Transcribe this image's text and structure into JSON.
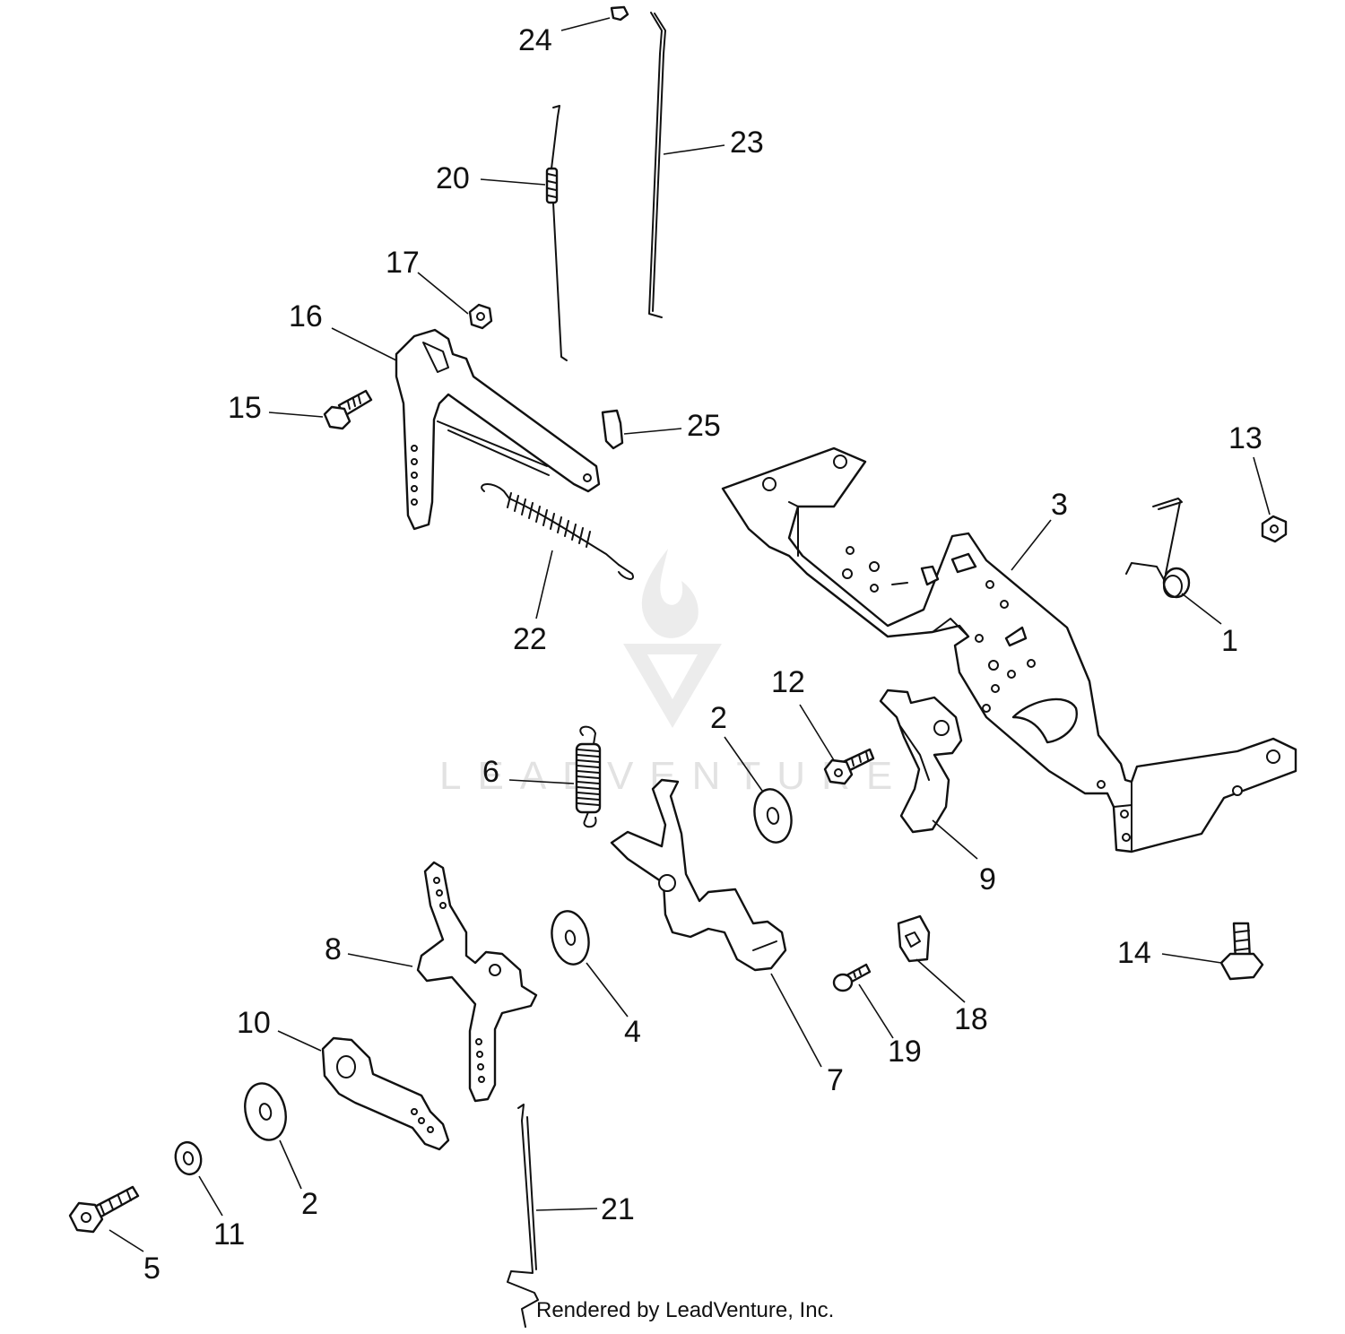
{
  "watermark": {
    "brand": "LEADVENTURE"
  },
  "footer": {
    "text": "Rendered by LeadVenture, Inc."
  },
  "callouts": [
    {
      "id": "c24",
      "label": "24"
    },
    {
      "id": "c23",
      "label": "23"
    },
    {
      "id": "c20",
      "label": "20"
    },
    {
      "id": "c17",
      "label": "17"
    },
    {
      "id": "c16",
      "label": "16"
    },
    {
      "id": "c15",
      "label": "15"
    },
    {
      "id": "c25",
      "label": "25"
    },
    {
      "id": "c13",
      "label": "13"
    },
    {
      "id": "c3",
      "label": "3"
    },
    {
      "id": "c1",
      "label": "1"
    },
    {
      "id": "c22",
      "label": "22"
    },
    {
      "id": "c12",
      "label": "12"
    },
    {
      "id": "c2a",
      "label": "2"
    },
    {
      "id": "c6",
      "label": "6"
    },
    {
      "id": "c9",
      "label": "9"
    },
    {
      "id": "c8",
      "label": "8"
    },
    {
      "id": "c4",
      "label": "4"
    },
    {
      "id": "c14",
      "label": "14"
    },
    {
      "id": "c18",
      "label": "18"
    },
    {
      "id": "c10",
      "label": "10"
    },
    {
      "id": "c7",
      "label": "7"
    },
    {
      "id": "c19",
      "label": "19"
    },
    {
      "id": "c2b",
      "label": "2"
    },
    {
      "id": "c21",
      "label": "21"
    },
    {
      "id": "c11",
      "label": "11"
    },
    {
      "id": "c5",
      "label": "5"
    }
  ]
}
